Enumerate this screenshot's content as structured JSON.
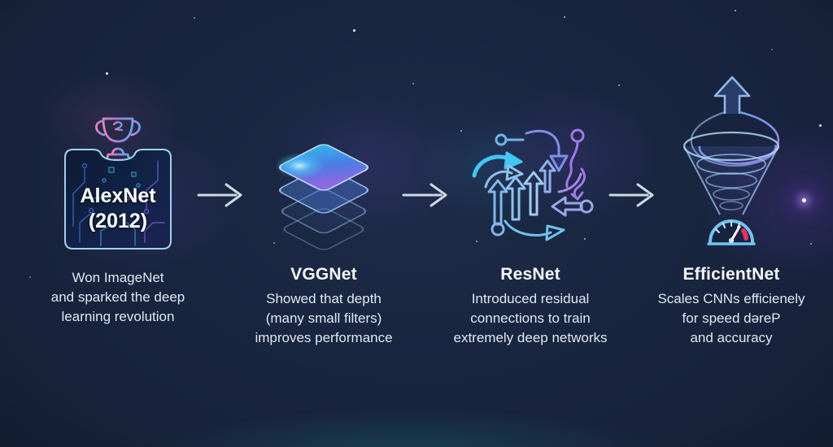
{
  "diagram_title": "CNN architecture evolution timeline",
  "items": [
    {
      "id": "alexnet",
      "title": "AlexNet",
      "subtitle": "(2012)",
      "icon": "trophy-circuit-chip-icon",
      "description_lines": [
        "Won ImageNet",
        "and sparked the deep",
        "learning revolution"
      ]
    },
    {
      "id": "vggnet",
      "title": "VGGNet",
      "icon": "stacked-layers-icon",
      "description_lines": [
        "Showed that depth",
        "(many small filters)",
        "improves performance"
      ]
    },
    {
      "id": "resnet",
      "title": "ResNet",
      "icon": "residual-arrows-swirl-icon",
      "description_lines": [
        "Introduced residual",
        "connections to train",
        "extremely deep networks"
      ]
    },
    {
      "id": "efficientnet",
      "title": "EfficientNet",
      "icon": "scaling-spiral-gauge-icon",
      "description_lines": [
        "Scales CNNs efficienely",
        "for speed dəreP",
        "and accuracy"
      ]
    }
  ],
  "connector": "right-arrow",
  "colors": {
    "background": "#17233c",
    "heading_text": "#f4f7fa",
    "body_text": "#e0e7ef",
    "arrow": "#cfd9e4",
    "icon_stroke": "#9fd2f0",
    "accent_cyan": "#3fc8f2",
    "accent_purple": "#8d6fe0",
    "accent_pink": "#ef82b8",
    "gauge_red": "#e8315e"
  }
}
